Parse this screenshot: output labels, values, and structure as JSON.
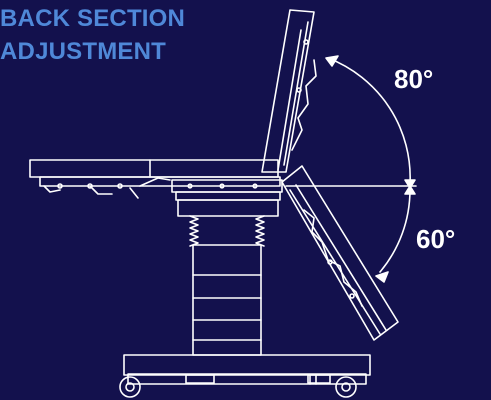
{
  "title": {
    "line1": "BACK SECTION",
    "line2": "ADJUSTMENT"
  },
  "angles": {
    "upper": "80°",
    "lower": "60°"
  },
  "colors": {
    "background": "#13114d",
    "title": "#4f88d8",
    "line": "#ffffff"
  }
}
